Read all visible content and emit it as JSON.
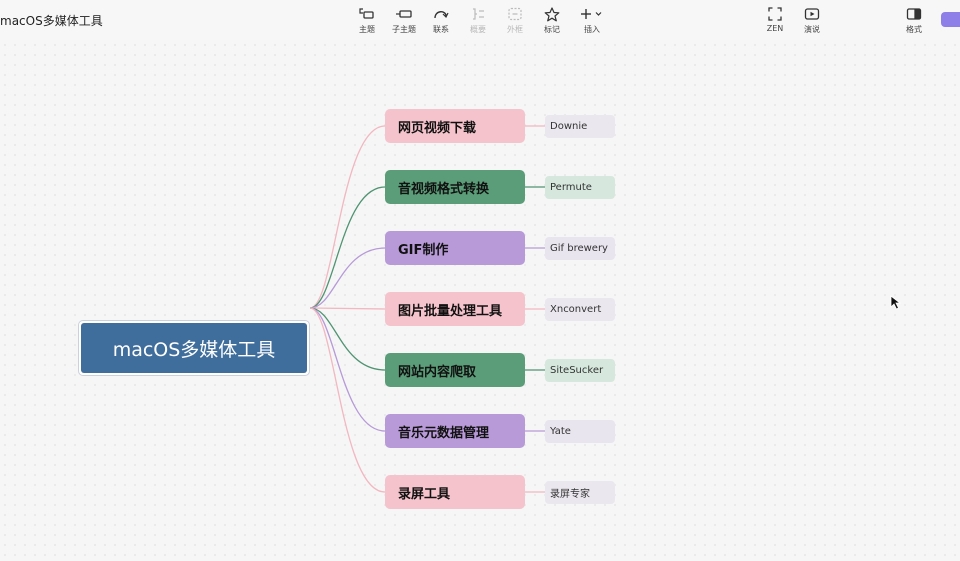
{
  "document": {
    "title": "macOS多媒体工具"
  },
  "toolbar": {
    "items": [
      {
        "label": "主题",
        "icon": "topic-icon"
      },
      {
        "label": "子主题",
        "icon": "subtopic-icon"
      },
      {
        "label": "联系",
        "icon": "relationship-icon"
      },
      {
        "label": "概要",
        "icon": "summary-icon",
        "disabled": true
      },
      {
        "label": "外框",
        "icon": "boundary-icon",
        "disabled": true
      },
      {
        "label": "标记",
        "icon": "star-icon"
      },
      {
        "label": "插入",
        "icon": "plus-icon"
      },
      {
        "label": "ZEN",
        "icon": "fullscreen-icon"
      },
      {
        "label": "演说",
        "icon": "play-icon"
      },
      {
        "label": "格式",
        "icon": "format-panel-icon"
      }
    ]
  },
  "mindmap": {
    "root": "macOS多媒体工具",
    "branches": [
      {
        "label": "网页视频下载",
        "leaf": "Downie",
        "color": "#f5c3cb",
        "leaf_color": "#ebe7ee",
        "line": "#f2b7c1"
      },
      {
        "label": "音视频格式转换",
        "leaf": "Permute",
        "color": "#5a9d78",
        "leaf_color": "#d6e8de",
        "line": "#4f9472"
      },
      {
        "label": "GIF制作",
        "leaf": "Gif brewery",
        "color": "#b89ad9",
        "leaf_color": "#e9e5ef",
        "line": "#b69ad8"
      },
      {
        "label": "图片批量处理工具",
        "leaf": "Xnconvert",
        "color": "#f5c3cb",
        "leaf_color": "#ebe7ee",
        "line": "#f2b7c1"
      },
      {
        "label": "网站内容爬取",
        "leaf": "SiteSucker",
        "color": "#5a9d78",
        "leaf_color": "#d6e8de",
        "line": "#4f9472"
      },
      {
        "label": "音乐元数据管理",
        "leaf": "Yate",
        "color": "#b89ad9",
        "leaf_color": "#e9e5ef",
        "line": "#b69ad8"
      },
      {
        "label": "录屏工具",
        "leaf": "录屏专家",
        "color": "#f5c3cb",
        "leaf_color": "#ebe7ee",
        "line": "#f2b7c1"
      }
    ]
  }
}
